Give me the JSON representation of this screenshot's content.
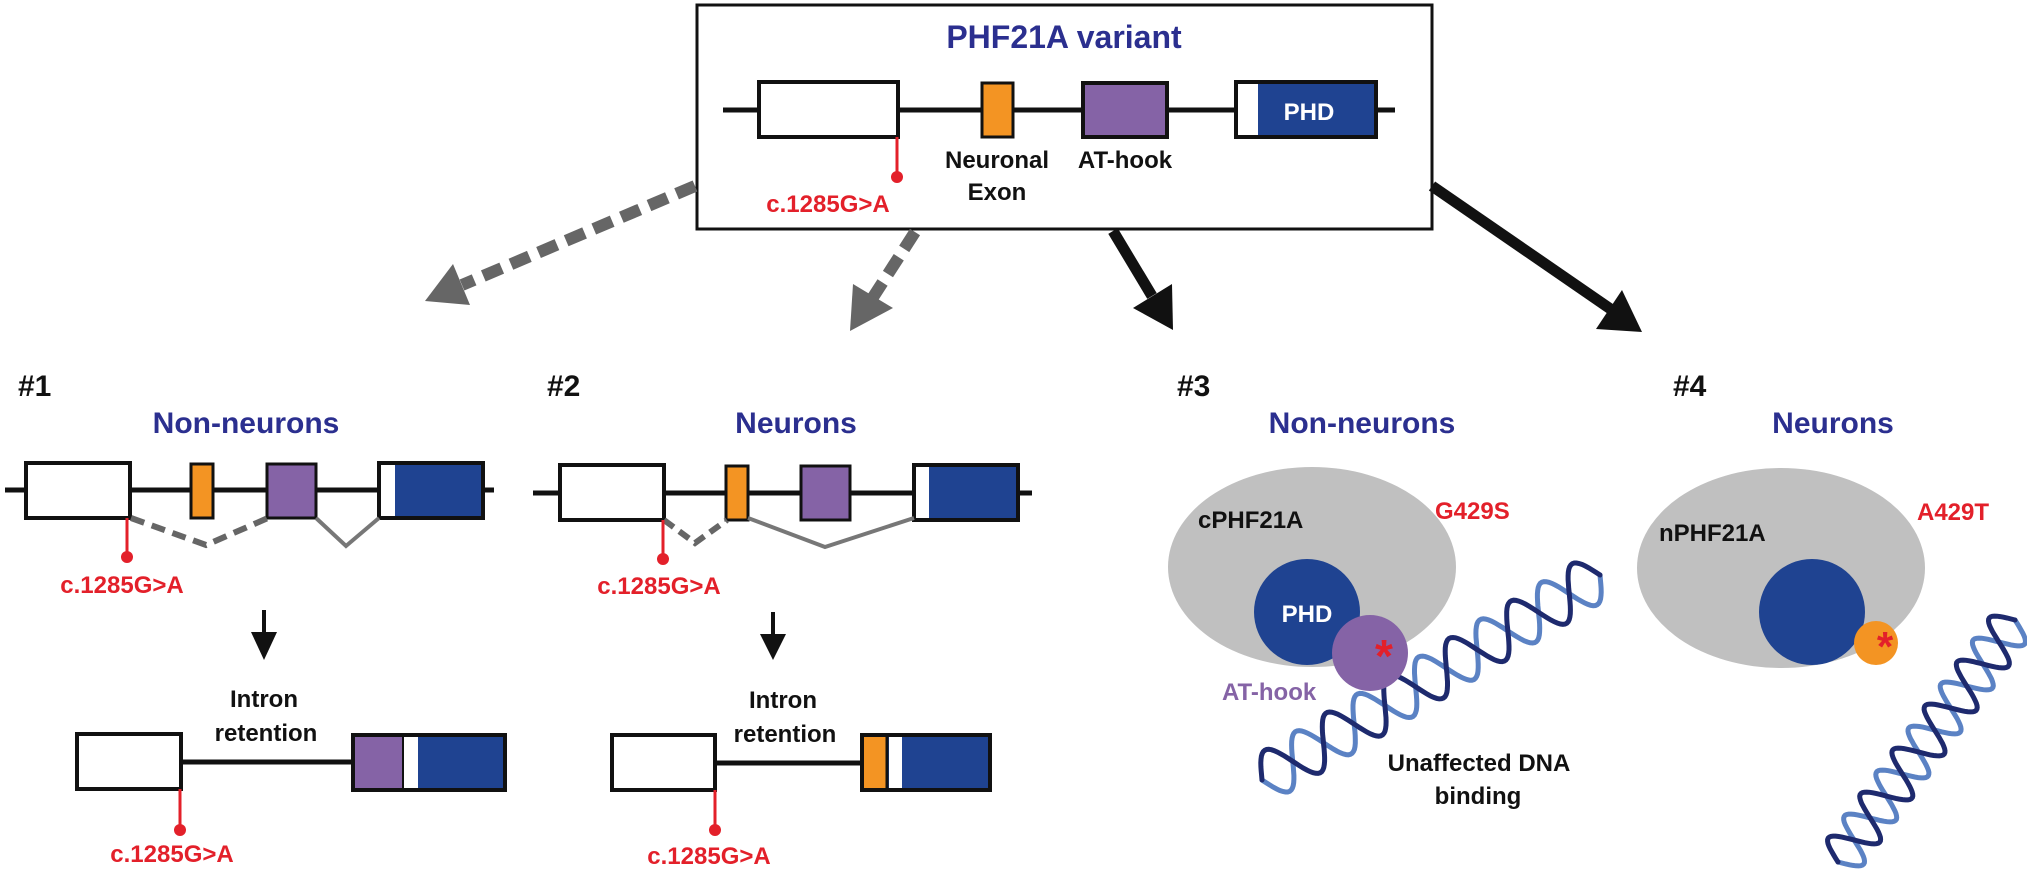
{
  "colors": {
    "title_blue": "#2b2f8f",
    "phd_blue": "#1f4391",
    "orange": "#f39423",
    "purple": "#8563a6",
    "mutation_red": "#e3202a",
    "protein_gray": "#c0c0c0",
    "dashed_gray": "#666666",
    "dna_dark": "#1e2a6e",
    "dna_light": "#5b82c4"
  },
  "top": {
    "title": "PHF21A variant",
    "mutation_label": "c.1285G>A",
    "neuronal_exon_label_line1": "Neuronal",
    "neuronal_exon_label_line2": "Exon",
    "athook_label": "AT-hook",
    "phd_label": "PHD"
  },
  "panels": [
    {
      "number": "#1",
      "heading": "Non-neurons",
      "mutation_label": "c.1285G>A",
      "result_line1": "Intron",
      "result_line2": "retention",
      "result_mutation_label": "c.1285G>A"
    },
    {
      "number": "#2",
      "heading": "Neurons",
      "mutation_label": "c.1285G>A",
      "result_line1": "Intron",
      "result_line2": "retention",
      "result_mutation_label": "c.1285G>A"
    },
    {
      "number": "#3",
      "heading": "Non-neurons",
      "protein_label": "cPHF21A",
      "mutation": "G429S",
      "phd_label": "PHD",
      "athook_label": "AT-hook",
      "asterisk": "*",
      "caption_line1": "Unaffected DNA",
      "caption_line2": "binding"
    },
    {
      "number": "#4",
      "heading": "Neurons",
      "protein_label": "nPHF21A",
      "mutation": "A429T",
      "asterisk": "*"
    }
  ],
  "arrows": [
    {
      "target": "#1",
      "style": "dashed"
    },
    {
      "target": "#2",
      "style": "dashed"
    },
    {
      "target": "#3",
      "style": "solid"
    },
    {
      "target": "#4",
      "style": "solid"
    }
  ]
}
